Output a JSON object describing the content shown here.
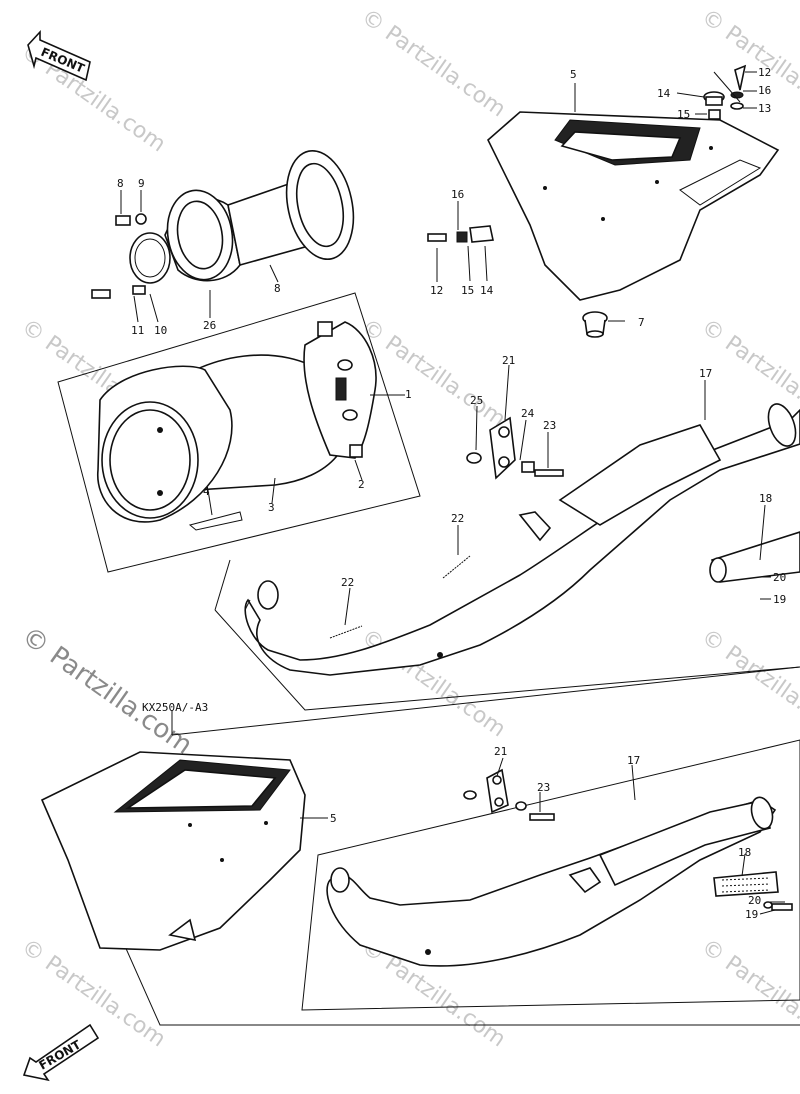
{
  "watermark": {
    "text": "© Partzilla.com"
  },
  "front_arrow": {
    "label": "FRONT"
  },
  "variant_label": "KX250A/-A3",
  "upper_labels": [
    "1",
    "2",
    "3",
    "4",
    "5",
    "7",
    "8",
    "8",
    "9",
    "10",
    "11",
    "12",
    "12",
    "13",
    "14",
    "14",
    "15",
    "15",
    "16",
    "16",
    "17",
    "18",
    "19",
    "20",
    "21",
    "22",
    "22",
    "23",
    "24",
    "25",
    "26"
  ],
  "lower_labels": [
    "5",
    "17",
    "18",
    "19",
    "20",
    "21",
    "23"
  ],
  "colors": {
    "line": "#111111",
    "watermark": "#c8c8c8",
    "background": "#ffffff"
  }
}
